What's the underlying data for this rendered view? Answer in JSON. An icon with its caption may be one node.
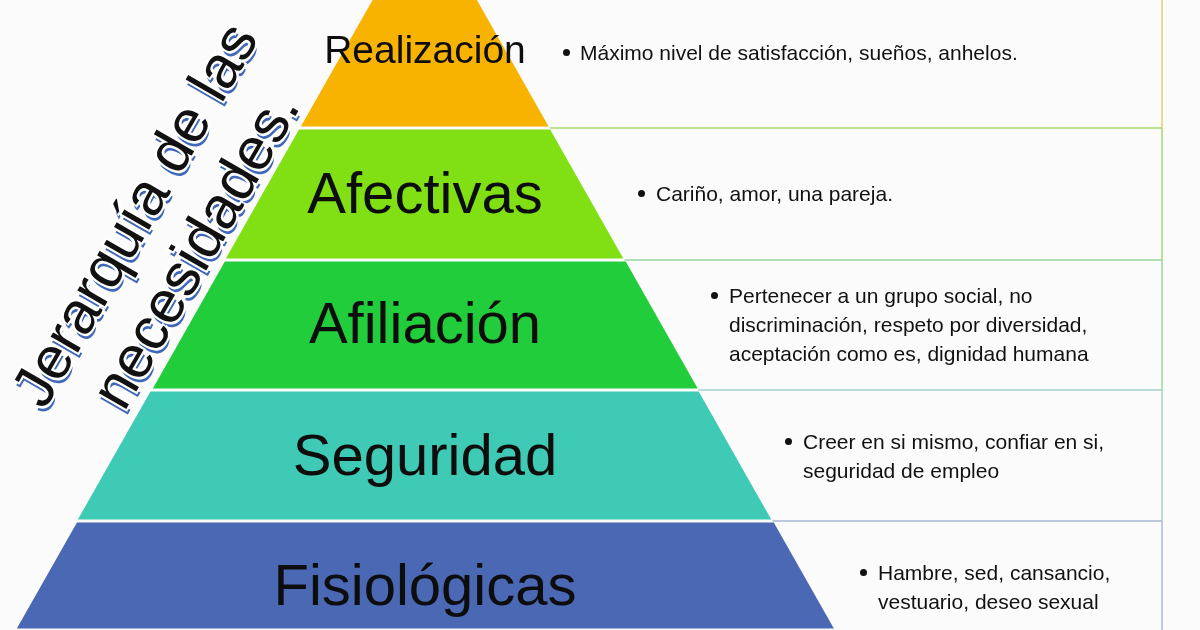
{
  "diagram": {
    "title": "Jerarquía de las necesidades.",
    "nodes": [
      {
        "text": [
          "Realización"
        ],
        "beside": [
          "Máximo nivel de satisfacción, sueños, anhelos."
        ]
      },
      {
        "text": [
          "Afectivas"
        ],
        "beside": [
          "Cariño, amor, una pareja."
        ]
      },
      {
        "text": [
          "Afiliación"
        ],
        "beside": [
          "Pertenecer a un grupo social, no discriminación, respeto por diversidad, aceptación como es, dignidad humana"
        ]
      },
      {
        "text": [
          "Seguridad"
        ],
        "beside": [
          "Creer en si mismo, confiar en si, seguridad de empleo"
        ]
      },
      {
        "text": [
          "Fisiológicas"
        ],
        "beside": [
          "Hambre, sed, cansancio, vestuario, deseo sexual"
        ]
      }
    ]
  }
}
